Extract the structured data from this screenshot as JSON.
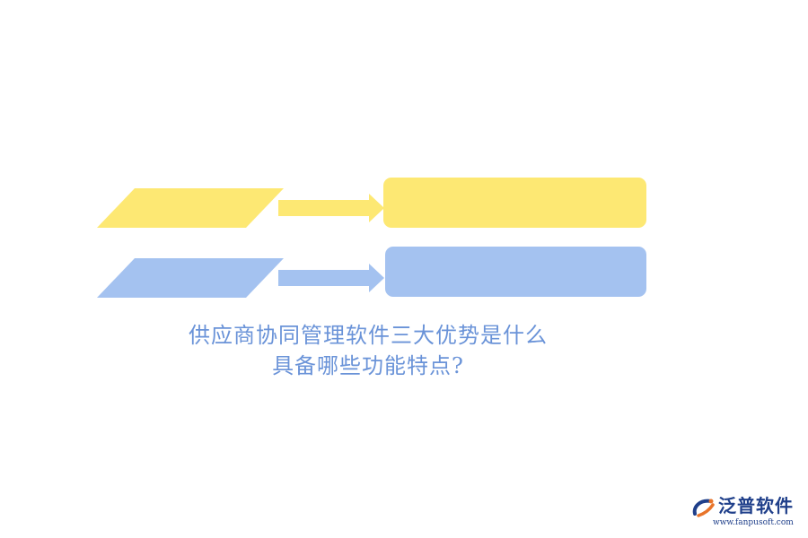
{
  "title": {
    "line1": "供应商协同管理软件三大优势是什么",
    "line2": "具备哪些功能特点?"
  },
  "logo": {
    "name": "泛普软件",
    "url": "www.fanpusoft.com"
  },
  "colors": {
    "yellow": "#FDE873",
    "blue": "#A4C2F0",
    "title_text": "#6A93D8",
    "logo_text": "#1F3F8A",
    "logo_accent": "#E8742A"
  }
}
